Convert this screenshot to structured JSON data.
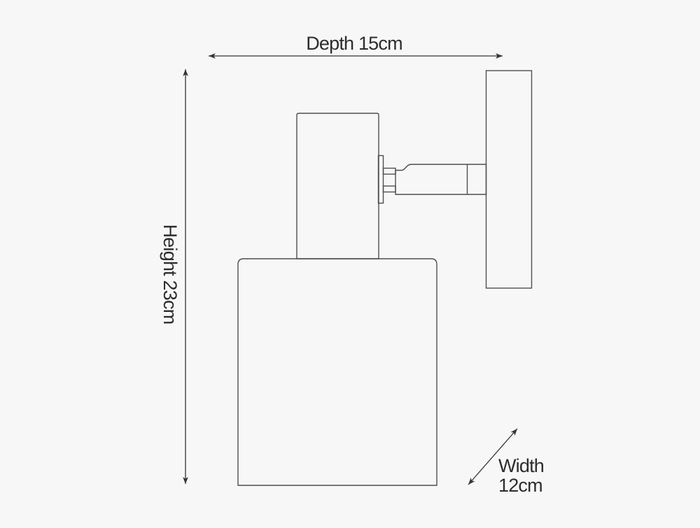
{
  "page": {
    "background": "#f7f7f7",
    "description": "Technical line drawing of a wall-mounted spotlight with dimension arrows"
  },
  "colors": {
    "outline": "#4f4f4f",
    "dimension_line": "#333333",
    "label_text": "#2d2d2d"
  },
  "dimensions": {
    "depth": {
      "label": "Depth 15cm",
      "value_cm": 15
    },
    "height": {
      "label": "Height 23cm",
      "value_cm": 23
    },
    "width": {
      "label_line1": "Width",
      "label_line2": "12cm",
      "value_cm": 12
    }
  }
}
